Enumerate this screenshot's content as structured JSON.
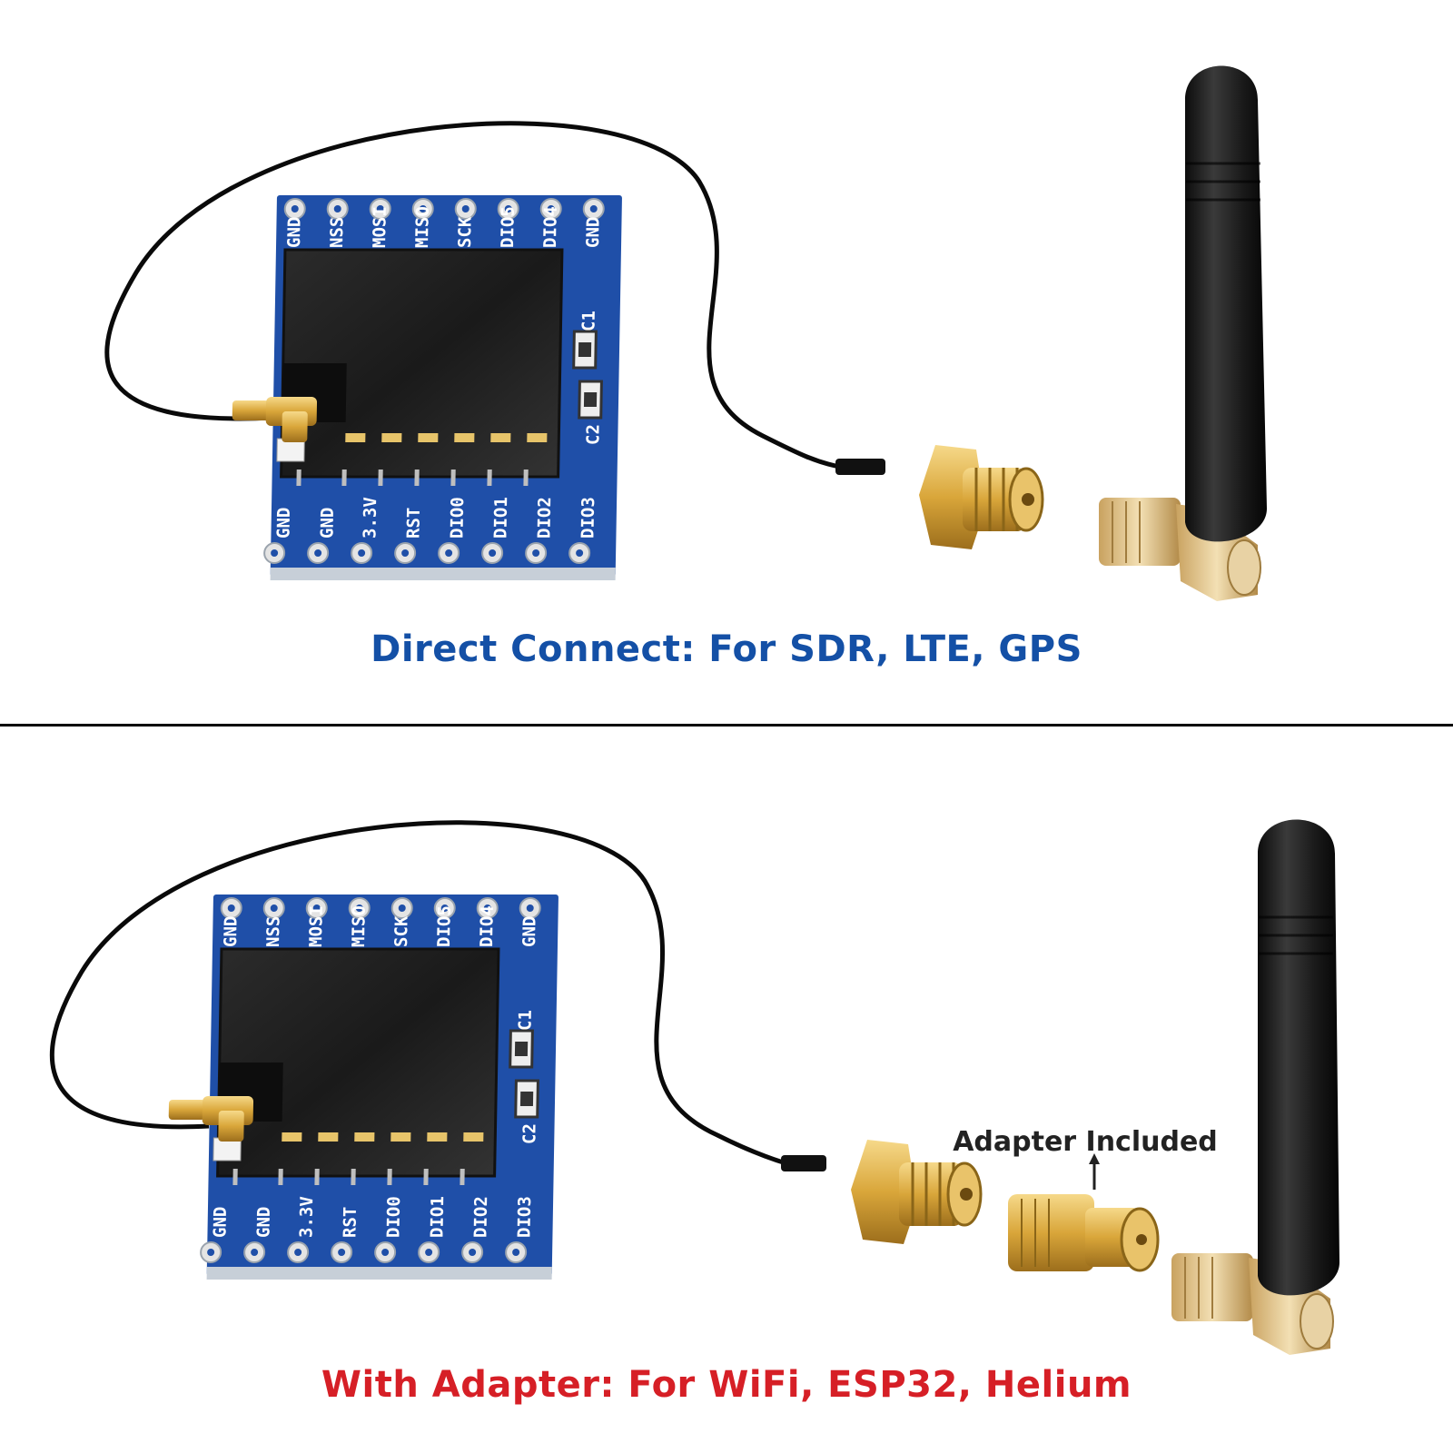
{
  "panels": {
    "top": {
      "caption": "Direct Connect: For SDR, LTE, GPS",
      "caption_color": "#1450a6"
    },
    "bottom": {
      "caption": "With Adapter: For WiFi, ESP32, Helium",
      "caption_color": "#d61f26",
      "adapter_label": "Adapter Included"
    }
  },
  "board": {
    "pins_top": [
      "GND",
      "NSS",
      "MOSI",
      "MISO",
      "SCK",
      "DIO5",
      "DIO4",
      "GND"
    ],
    "pins_bottom": [
      "GND",
      "GND",
      "3.3V",
      "RST",
      "DIO0",
      "DIO1",
      "DIO2",
      "DIO3"
    ],
    "components": [
      "C1",
      "C2"
    ],
    "pcb_color": "#1f4fa8"
  },
  "icons": [
    "lora-module-board",
    "ufl-pigtail-cable",
    "sma-female-bulkhead",
    "sma-adapter",
    "rubber-duck-antenna",
    "arrow-up-icon"
  ]
}
